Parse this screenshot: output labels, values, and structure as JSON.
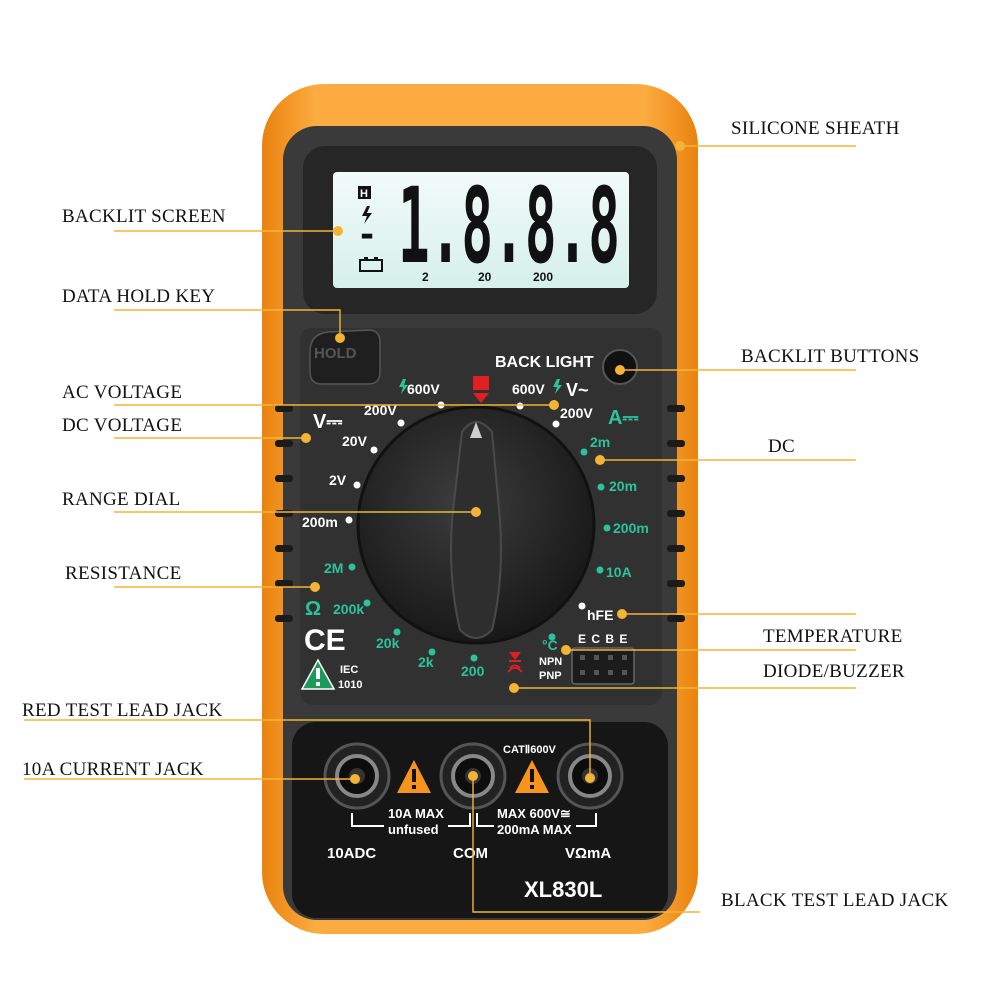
{
  "callouts": {
    "silicone_sheath": "SILICONE SHEATH",
    "backlit_screen": "BACKLIT SCREEN",
    "data_hold_key": "DATA HOLD KEY",
    "backlit_buttons": "BACKLIT BUTTONS",
    "ac_voltage": "AC VOLTAGE",
    "dc_voltage": "DC VOLTAGE",
    "dc": "DC",
    "range_dial": "RANGE DIAL",
    "resistance": "RESISTANCE",
    "temperature": "TEMPERATURE",
    "diode_buzzer": "DIODE/BUZZER",
    "red_test_lead_jack": "RED TEST LEAD JACK",
    "ten_a_current_jack": "10A CURRENT JACK",
    "black_test_lead_jack": "BLACK TEST LEAD JACK"
  },
  "lcd": {
    "reading": "1.8.8.8",
    "hold_indicator": "H",
    "minus_sign": "-",
    "scale_labels": [
      "2",
      "20",
      "200"
    ]
  },
  "device": {
    "hold_key": "HOLD",
    "back_light": "BACK LIGHT",
    "model": "XL830L",
    "cat_rating": "CATⅡ600V",
    "ce_mark": "CE",
    "iec_line1": "IEC",
    "iec_line2": "1010"
  },
  "dial": {
    "ac_600_left": "600V",
    "ac_600_right": "600V",
    "ac_symbol": "V~",
    "dc_volt_symbol": "V⎓",
    "amp_symbol": "A⎓",
    "ohm_symbol": "Ω",
    "v_200": "200V",
    "v_200_right": "200V",
    "v_20": "20V",
    "v_2": "2V",
    "m_200": "200m",
    "r_2M": "2M",
    "r_200k": "200k",
    "r_20k": "20k",
    "r_2k": "2k",
    "r_200": "200",
    "a_2m": "2m",
    "a_20m": "20m",
    "a_200m": "200m",
    "a_10A": "10A",
    "hfe": "hFE",
    "temp": "°C",
    "ecbe": "E C B E",
    "npn": "NPN",
    "pnp": "PNP"
  },
  "jacks": {
    "ten_a_max": "10A MAX",
    "unfused": "unfused",
    "max_600v": "MAX 600V≅",
    "max_200ma": "200mA MAX",
    "label_10adc": "10ADC",
    "label_com": "COM",
    "label_vomega": "VΩmA"
  },
  "colors": {
    "sheath": "#f7941d",
    "body": "#3a3a3a",
    "accent_green": "#2bc49a",
    "marker": "#f5b335"
  }
}
